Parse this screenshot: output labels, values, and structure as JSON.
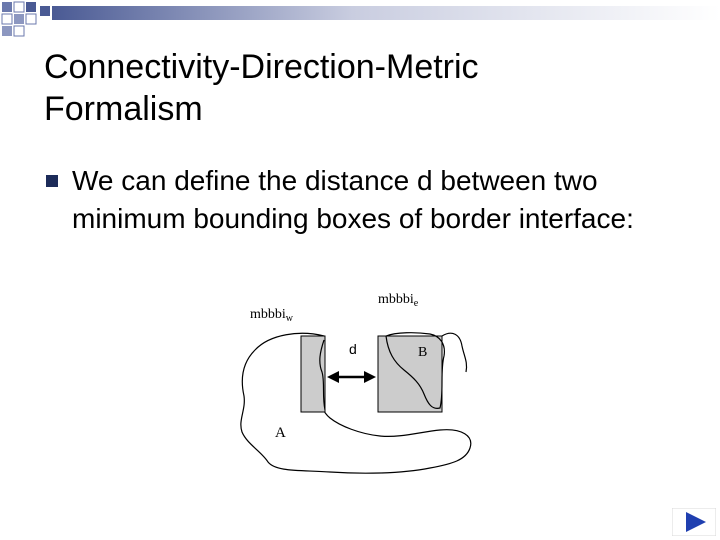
{
  "slide": {
    "title_line1": "Connectivity-Direction-Metric",
    "title_line2": "Formalism",
    "bullet": "We can define the distance d between two minimum bounding boxes of border interface:"
  },
  "diagram": {
    "label_w_base": "mbbbi",
    "label_w_sub": "w",
    "label_e_base": "mbbbi",
    "label_e_sub": "e",
    "label_d": "d",
    "label_a": "A",
    "label_b": "B"
  },
  "colors": {
    "corner_squares": "#5b6aa0",
    "bullet": "#1c2b59",
    "box_fill": "#cccccc",
    "nav_button": "#1f3fb0"
  },
  "nav": {
    "icon": "next-slide-arrow-icon"
  }
}
